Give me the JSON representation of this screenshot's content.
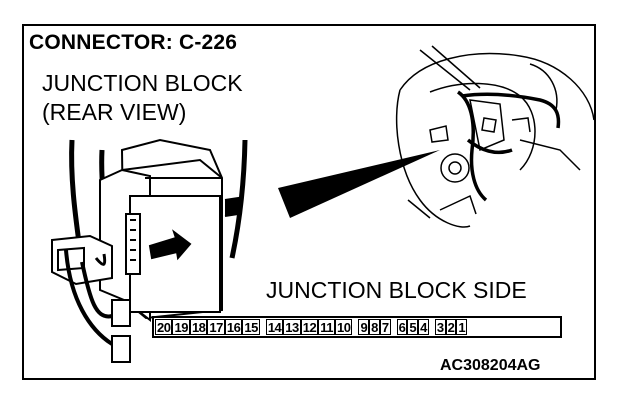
{
  "title": "CONNECTOR: C-226",
  "view_label_line1": "JUNCTION BLOCK",
  "view_label_line2": "(REAR VIEW)",
  "side_label": "JUNCTION BLOCK SIDE",
  "diagram_code": "AC308204AG",
  "pins": [
    "20",
    "19",
    "18",
    "17",
    "16",
    "15",
    "14",
    "13",
    "12",
    "11",
    "10",
    "9",
    "8",
    "7",
    "6",
    "5",
    "4",
    "3",
    "2",
    "1"
  ],
  "pin_groups_after": [
    "15",
    "10",
    "7",
    "4"
  ]
}
